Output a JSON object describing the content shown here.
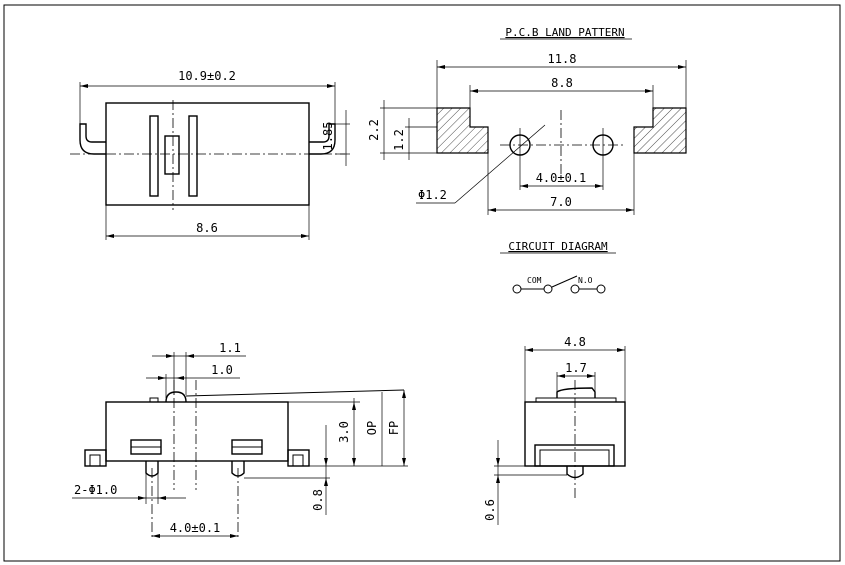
{
  "titles": {
    "pcb_land_pattern": "P.C.B LAND PATTERN",
    "circuit_diagram": "CIRCUIT DIAGRAM"
  },
  "top_view": {
    "overall_width": "10.9±0.2",
    "body_width": "8.6",
    "terminal_height": "1.85"
  },
  "pcb": {
    "overall": "11.8",
    "inner": "8.8",
    "pad_height": "2.2",
    "pad_step": "1.2",
    "hole_pitch": "4.0±0.1",
    "outer_pitch": "7.0",
    "hole_dia": "Φ1.2"
  },
  "circuit": {
    "com": "COM",
    "no": "N.O"
  },
  "front_view": {
    "lever_1": "1.1",
    "lever_2": "1.0",
    "height_1": "3.0",
    "op": "OP",
    "fp": "FP",
    "pin_len": "0.8",
    "pin_dia": "2-Φ1.0",
    "pin_pitch": "4.0±0.1"
  },
  "side_view": {
    "width": "4.8",
    "actuator": "1.7",
    "pin_len": "0.6"
  },
  "colors": {
    "line": "#000000",
    "background": "#ffffff"
  }
}
